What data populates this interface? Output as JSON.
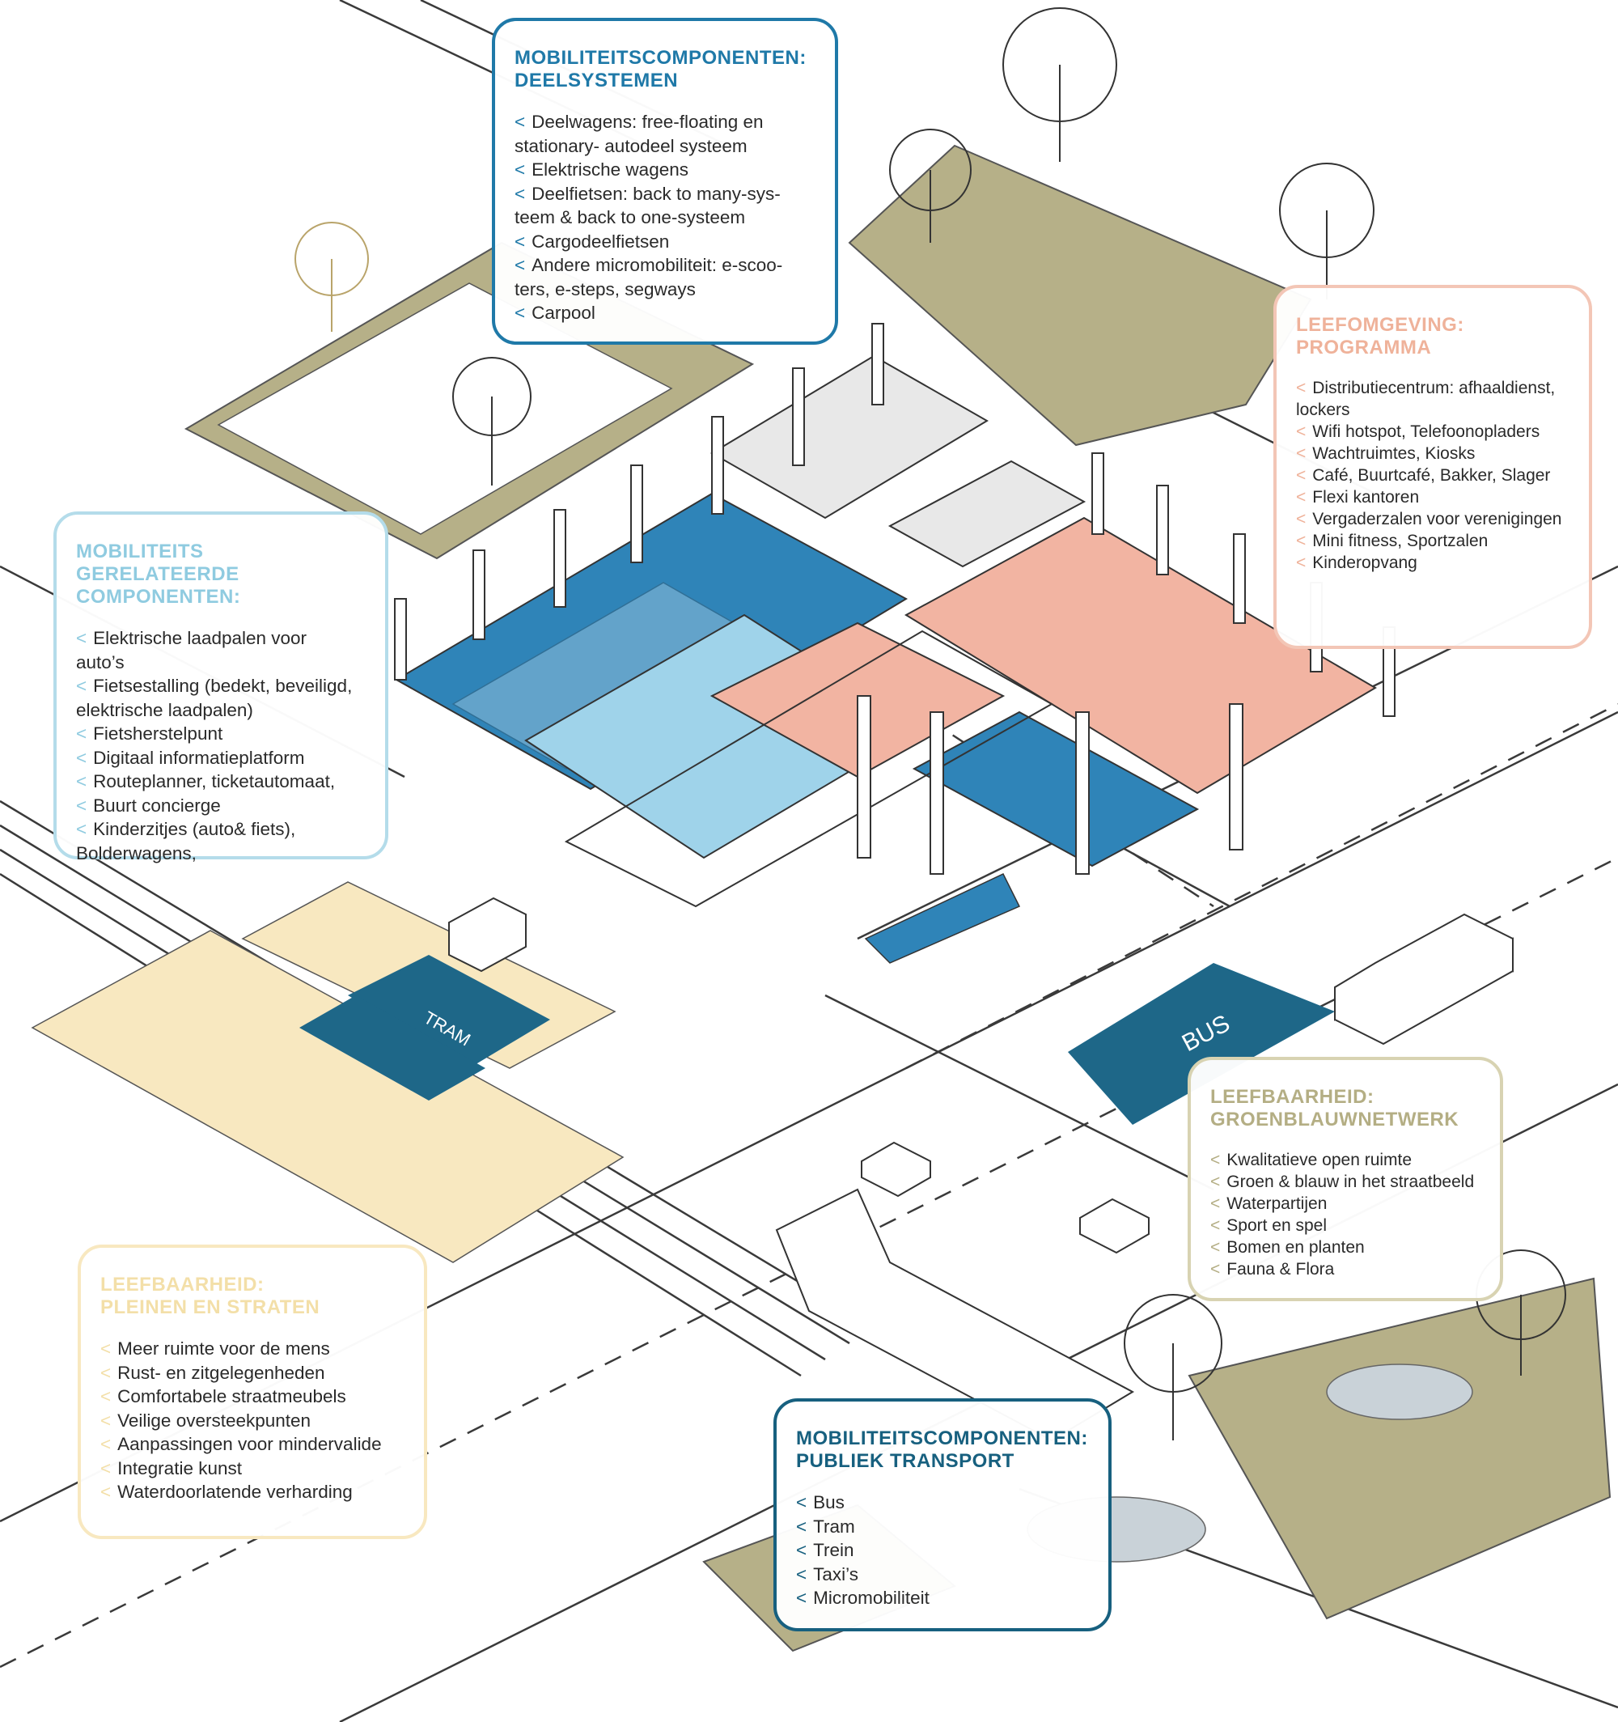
{
  "labels": {
    "tram": "TRAM",
    "bus": "BUS"
  },
  "colors": {
    "deel": "#1f79a8",
    "gerelateerd": "#b4dcea",
    "programma": "#f3c6b6",
    "groen": "#d8d3b2",
    "pleinen": "#f8e8c0",
    "publiek": "#17607f",
    "grass": "#b6b088",
    "floor_blue": "#2f84b8",
    "floor_pink": "#f2b4a2",
    "stop_blue": "#1e6788"
  },
  "boxes": {
    "deelsystemen": {
      "title": [
        "MOBILITEITSCOMPONENTEN:",
        "DEELSYSTEMEN"
      ],
      "items": [
        "Deelwagens: free-floating en",
        "stationary- autodeel systeem",
        "Elektrische wagens",
        "Deelfietsen: back to many-sys-",
        "teem & back to one-systeem",
        "Cargodeelfietsen",
        "Andere micromobiliteit: e-scoo-",
        "ters, e-steps, segways",
        "Carpool"
      ],
      "markers": [
        true,
        false,
        true,
        true,
        false,
        true,
        true,
        false,
        true
      ]
    },
    "gerelateerd": {
      "title": [
        "MOBILITEITS GERELATEERDE",
        "COMPONENTEN:"
      ],
      "items": [
        "Elektrische laadpalen voor",
        "auto’s",
        "Fietsestalling (bedekt, beveiligd,",
        "elektrische laadpalen)",
        "Fietsherstelpunt",
        "Digitaal informatieplatform",
        "Routeplanner, ticketautomaat,",
        "Buurt concierge",
        "Kinderzitjes (auto& fiets),",
        "Bolderwagens,"
      ],
      "markers": [
        true,
        false,
        true,
        false,
        true,
        true,
        true,
        true,
        true,
        false
      ]
    },
    "programma": {
      "title": [
        "LEEFOMGEVING:",
        "PROGRAMMA"
      ],
      "items": [
        "Distributiecentrum: afhaaldienst,",
        "lockers",
        "Wifi hotspot, Telefoonopladers",
        "Wachtruimtes, Kiosks",
        "Café, Buurtcafé, Bakker, Slager",
        "Flexi kantoren",
        "Vergaderzalen voor verenigingen",
        "Mini fitness, Sportzalen",
        "Kinderopvang"
      ],
      "markers": [
        true,
        false,
        true,
        true,
        true,
        true,
        true,
        true,
        true
      ]
    },
    "groenblauw": {
      "title": [
        "LEEFBAARHEID:",
        "GROENBLAUWNETWERK"
      ],
      "items": [
        "Kwalitatieve open ruimte",
        "Groen & blauw in het straatbeeld",
        "Waterpartijen",
        "Sport en spel",
        "Bomen en planten",
        "Fauna & Flora"
      ],
      "markers": [
        true,
        true,
        true,
        true,
        true,
        true
      ]
    },
    "pleinen": {
      "title": [
        "LEEFBAARHEID:",
        "PLEINEN EN STRATEN"
      ],
      "items": [
        "Meer ruimte voor de mens",
        "Rust- en zitgelegenheden",
        "Comfortabele straatmeubels",
        "Veilige oversteekpunten",
        "Aanpassingen voor mindervalide",
        "Integratie kunst",
        "Waterdoorlatende verharding"
      ],
      "markers": [
        true,
        true,
        true,
        true,
        true,
        true,
        true
      ]
    },
    "publiek": {
      "title": [
        "MOBILITEITSCOMPONENTEN:",
        "PUBLIEK TRANSPORT"
      ],
      "items": [
        "Bus",
        "Tram",
        "Trein",
        "Taxi’s",
        "Micromobiliteit"
      ],
      "markers": [
        true,
        true,
        true,
        true,
        true
      ]
    }
  }
}
